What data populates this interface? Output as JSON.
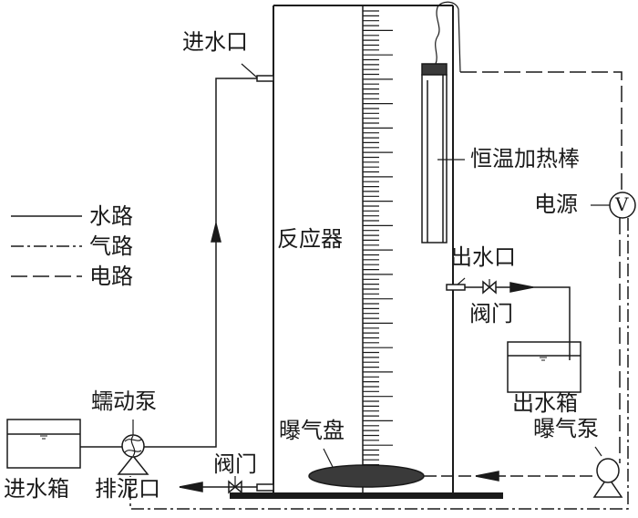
{
  "labels": {
    "inlet_port": "进水口",
    "reactor": "反应器",
    "heater": "恒温加热棒",
    "power": "电源",
    "power_symbol": "V",
    "outlet_port": "出水口",
    "outlet_valve": "阀门",
    "outlet_tank": "出水箱",
    "aeration_pump": "曝气泵",
    "aeration_disk": "曝气盘",
    "sludge_valve": "阀门",
    "sludge_port": "排泥口",
    "peristaltic_pump": "蠕动泵",
    "inlet_tank": "进水箱"
  },
  "legend": [
    {
      "label": "水路",
      "style": "solid"
    },
    {
      "label": "气路",
      "style": "dash-dot"
    },
    {
      "label": "电路",
      "style": "dashed"
    }
  ],
  "colors": {
    "line": "#1a1a1a",
    "fill_dark": "#3a3a3a"
  }
}
